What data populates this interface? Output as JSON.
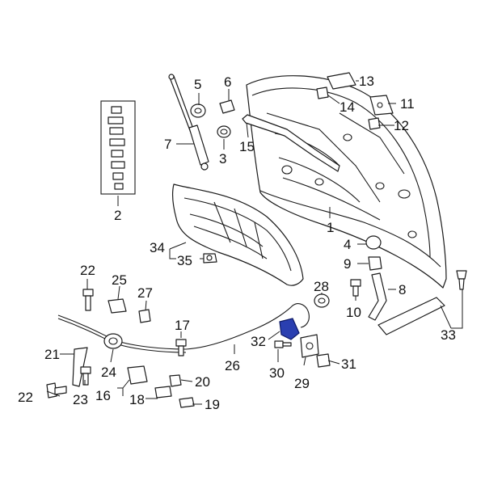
{
  "diagram": {
    "labels": {
      "p1": "1",
      "p2": "2",
      "p3": "3",
      "p4": "4",
      "p5": "5",
      "p6": "6",
      "p7": "7",
      "p8": "8",
      "p9": "9",
      "p10": "10",
      "p11": "11",
      "p12": "12",
      "p13": "13",
      "p14": "14",
      "p15": "15",
      "p16": "16",
      "p17": "17",
      "p18": "18",
      "p19": "19",
      "p20": "20",
      "p21": "21",
      "p22a": "22",
      "p22b": "22",
      "p23": "23",
      "p24": "24",
      "p25": "25",
      "p26": "26",
      "p27": "27",
      "p28": "28",
      "p29": "29",
      "p30": "30",
      "p31": "31",
      "p32": "32",
      "p33": "33",
      "p34": "34",
      "p35": "35"
    },
    "highlight_part": "32",
    "highlight_color": "#2a3fb0"
  }
}
